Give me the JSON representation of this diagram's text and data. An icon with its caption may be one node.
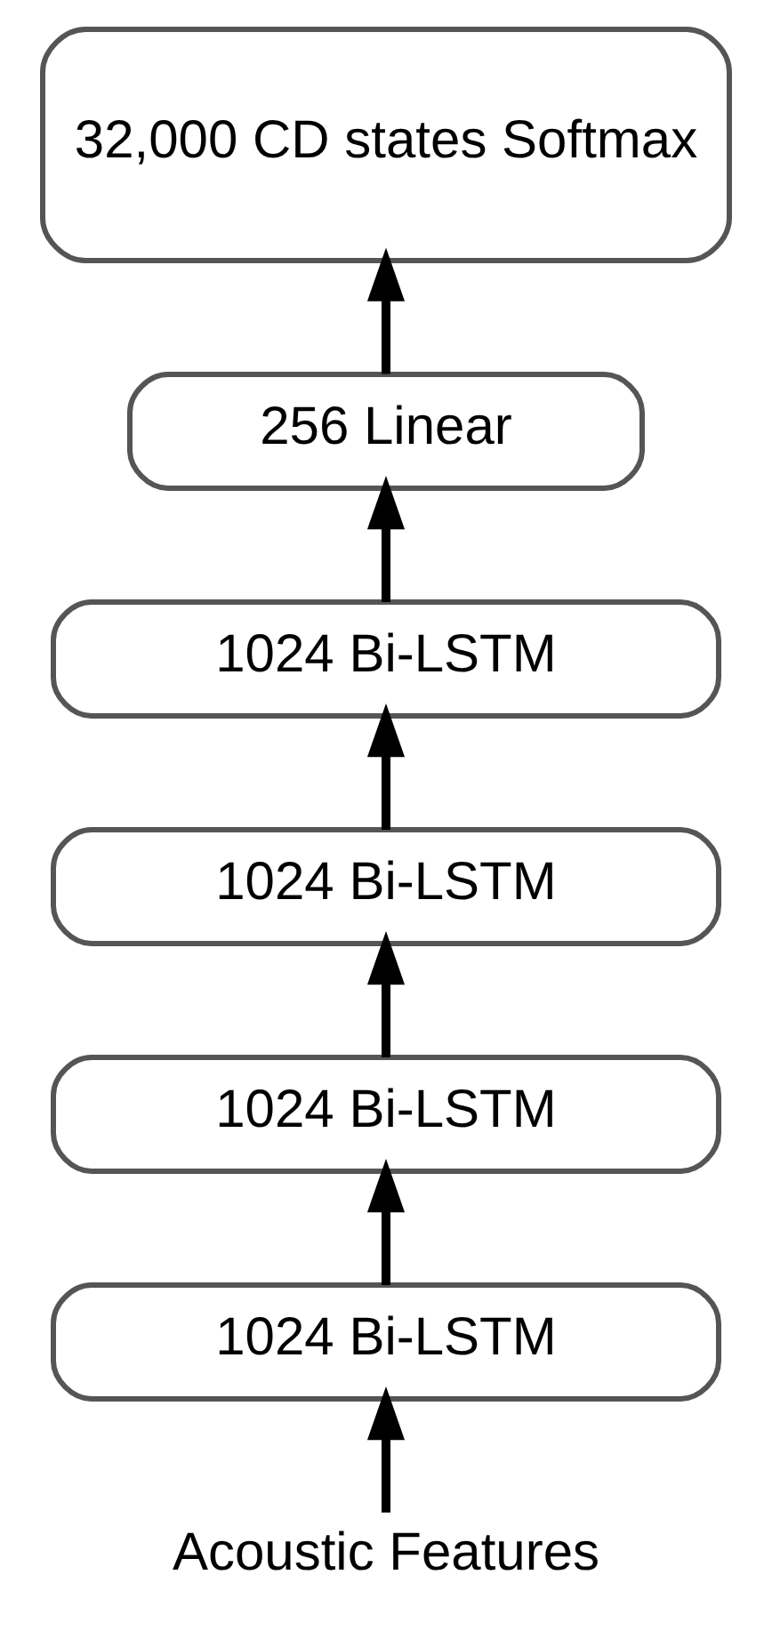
{
  "diagram": {
    "nodes": [
      {
        "text": [
          "32,000 CD states Softmax"
        ]
      },
      {
        "text": [
          "256 Linear"
        ]
      },
      {
        "text": [
          "1024 Bi-LSTM"
        ]
      },
      {
        "text": [
          "1024 Bi-LSTM"
        ]
      },
      {
        "text": [
          "1024 Bi-LSTM"
        ]
      },
      {
        "text": [
          "1024 Bi-LSTM"
        ]
      },
      {
        "text": [
          "Acoustic Features"
        ]
      }
    ],
    "edges": [
      {
        "from": 6,
        "to": 5,
        "arrow": "to"
      },
      {
        "from": 5,
        "to": 4,
        "arrow": "to"
      },
      {
        "from": 4,
        "to": 3,
        "arrow": "to"
      },
      {
        "from": 3,
        "to": 2,
        "arrow": "to"
      },
      {
        "from": 2,
        "to": 1,
        "arrow": "to"
      },
      {
        "from": 1,
        "to": 0,
        "arrow": "to"
      }
    ]
  }
}
